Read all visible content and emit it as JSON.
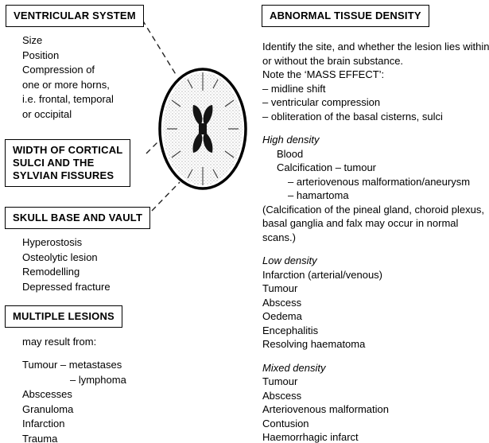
{
  "boxes": {
    "ventricular": "VENTRICULAR SYSTEM",
    "cortical": "WIDTH OF CORTICAL\nSULCI AND THE\nSYLVIAN FISSURES",
    "skull": "SKULL BASE AND VAULT",
    "lesions": "MULTIPLE LESIONS",
    "density": "ABNORMAL TISSUE DENSITY"
  },
  "ventricular_items": [
    "Size",
    "Position",
    "Compression of",
    "one or more horns,",
    "i.e. frontal, temporal",
    "or occipital"
  ],
  "skull_items": [
    "Hyperostosis",
    "Osteolytic lesion",
    "Remodelling",
    "Depressed fracture"
  ],
  "lesions_intro": "may result from:",
  "lesions_items": [
    "Tumour – metastases",
    "– lymphoma",
    "Abscesses",
    "Granuloma",
    "Infarction",
    "Trauma"
  ],
  "density": {
    "intro": "Identify the site, and whether the lesion lies within or without the brain substance.",
    "mass_effect": "Note the ‘MASS EFFECT’:",
    "mass_items": [
      "– midline shift",
      "– ventricular compression",
      "– obliteration of the basal cisterns, sulci"
    ],
    "high": {
      "title": "High density",
      "items": [
        "Blood",
        "Calcification – tumour",
        "– arteriovenous malformation/aneurysm",
        "– hamartoma"
      ],
      "note": "(Calcification of the pineal gland, choroid plexus, basal ganglia and falx may occur in normal scans.)"
    },
    "low": {
      "title": "Low density",
      "items": [
        "Infarction (arterial/venous)",
        "Tumour",
        "Abscess",
        "Oedema",
        "Encephalitis",
        "Resolving haematoma"
      ]
    },
    "mixed": {
      "title": "Mixed density",
      "items": [
        "Tumour",
        "Abscess",
        "Arteriovenous malformation",
        "Contusion",
        "Haemorrhagic infarct"
      ]
    }
  }
}
